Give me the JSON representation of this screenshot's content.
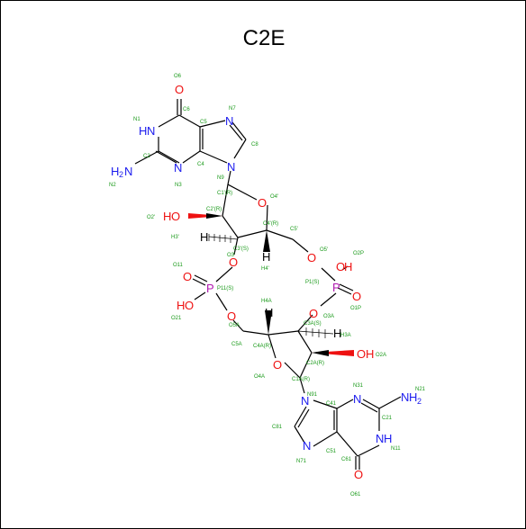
{
  "title": "C2E",
  "atom_labels": {
    "O6": "O6",
    "N1": "N1",
    "C6": "C6",
    "N7": "N7",
    "C5": "C5",
    "C8": "C8",
    "C2": "C2",
    "C4": "C4",
    "N2": "N2",
    "N3": "N3",
    "N9": "N9",
    "C1p": "C1'(R)",
    "O4p": "O4'",
    "C2p": "C2'(R)",
    "O2p": "O2'",
    "C4p": "C4'(R)",
    "H3p": "H3'",
    "C3p": "C3'(S)",
    "C5p": "C5'",
    "H4p": "H4'",
    "O5p": "O5'",
    "O3p": "O3'",
    "O2P": "O2P",
    "O11": "O11",
    "P11": "P11(S)",
    "P1": "P1(S)",
    "O1P": "O1P",
    "O21": "O21",
    "H4A": "H4A",
    "O3A": "O3A",
    "C3A": "C3A(S)",
    "O5A": "O5A",
    "H3A": "H3A",
    "C5A": "C5A",
    "C4A": "C4A(R)",
    "O2A": "O2A",
    "C2A": "C2A(R)",
    "O4A": "O4A",
    "C1A": "C1A(R)",
    "N91": "N91",
    "N21": "N21",
    "N31": "N31",
    "C41": "C41",
    "C81": "C81",
    "C21": "C21",
    "N11": "N11",
    "C51": "C51",
    "C61": "C61",
    "N71": "N71",
    "O61": "O61"
  },
  "atom_symbols": {
    "O_top": "O",
    "N1H": "H",
    "N1N": "N",
    "N7": "N",
    "N3": "N",
    "N9": "N",
    "H2N_H": "H",
    "H2N_2": "2",
    "H2N_N": "N",
    "O4p": "O",
    "HO2_H": "H",
    "HO2_O": "O",
    "H_left": "H",
    "H_C4p": "H",
    "O5p": "O",
    "OH_P1_O": "O",
    "OH_P1_H": "H",
    "P1": "P",
    "O_P1": "O",
    "O3A": "O",
    "O3p": "O",
    "O_P11": "O",
    "HO_P11_H": "H",
    "HO_P11_O": "O",
    "P11": "P",
    "O5A": "O",
    "H_C4A": "H",
    "H_C3A": "H",
    "OH2A_O": "O",
    "OH2A_H": "H",
    "O4A": "O",
    "N91": "N",
    "N31": "N",
    "NH2_N": "N",
    "NH2_H": "H",
    "NH2_2": "2",
    "N71": "N",
    "N11N": "N",
    "N11H": "H",
    "O_bot": "O"
  }
}
